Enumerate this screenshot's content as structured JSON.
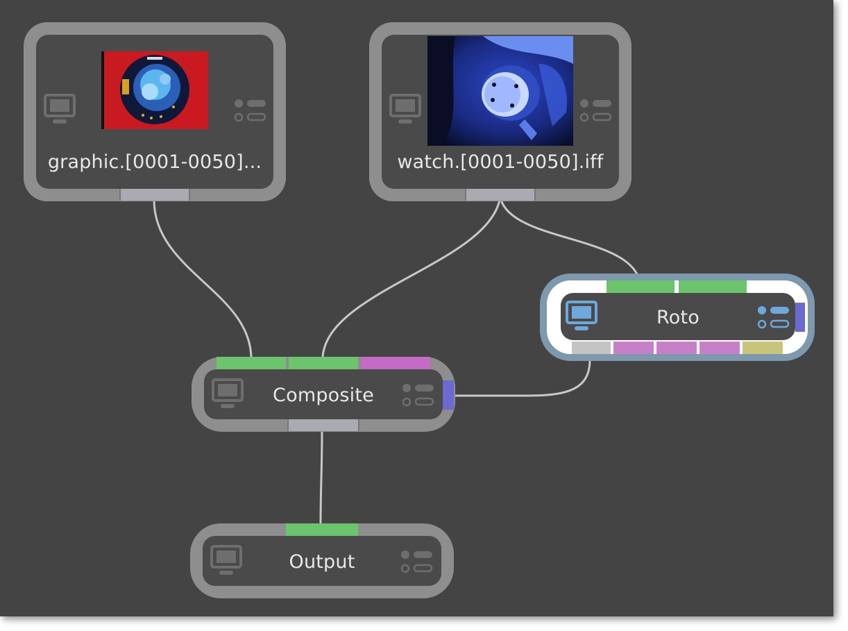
{
  "graph": {
    "background_color": "#444444",
    "wire_color": "#c8c8c8",
    "port_colors": {
      "image_input": "#6cc46c",
      "mask_input": "#c56ac5",
      "output": "#aaaab2",
      "side_output": "#6a6ad0",
      "roto_output_gray": "#c4c4c4",
      "roto_output_yellow": "#c8c47a"
    },
    "nodes": [
      {
        "id": "graphic",
        "label": "graphic.[0001-0050]...",
        "type": "image-source",
        "thumbnail": "graphic-thumbnail",
        "selected": false
      },
      {
        "id": "watch",
        "label": "watch.[0001-0050].iff",
        "type": "image-source",
        "thumbnail": "watch-thumbnail",
        "selected": false
      },
      {
        "id": "roto",
        "label": "Roto",
        "type": "roto",
        "selected": true,
        "accent_color": "#7e98ad",
        "icon_color": "#6fa8dc"
      },
      {
        "id": "composite",
        "label": "Composite",
        "type": "composite",
        "selected": false
      },
      {
        "id": "output",
        "label": "Output",
        "type": "output",
        "selected": false
      }
    ],
    "connections": [
      {
        "from": "graphic",
        "to": "composite",
        "port": "input-1"
      },
      {
        "from": "watch",
        "to": "composite",
        "port": "input-2"
      },
      {
        "from": "watch",
        "to": "roto",
        "port": "input-1"
      },
      {
        "from": "roto",
        "to": "composite",
        "port": "side-input"
      },
      {
        "from": "composite",
        "to": "output",
        "port": "input-1"
      }
    ],
    "icons": {
      "view": "monitor-icon",
      "params": "parameters-toggle-icon"
    }
  }
}
